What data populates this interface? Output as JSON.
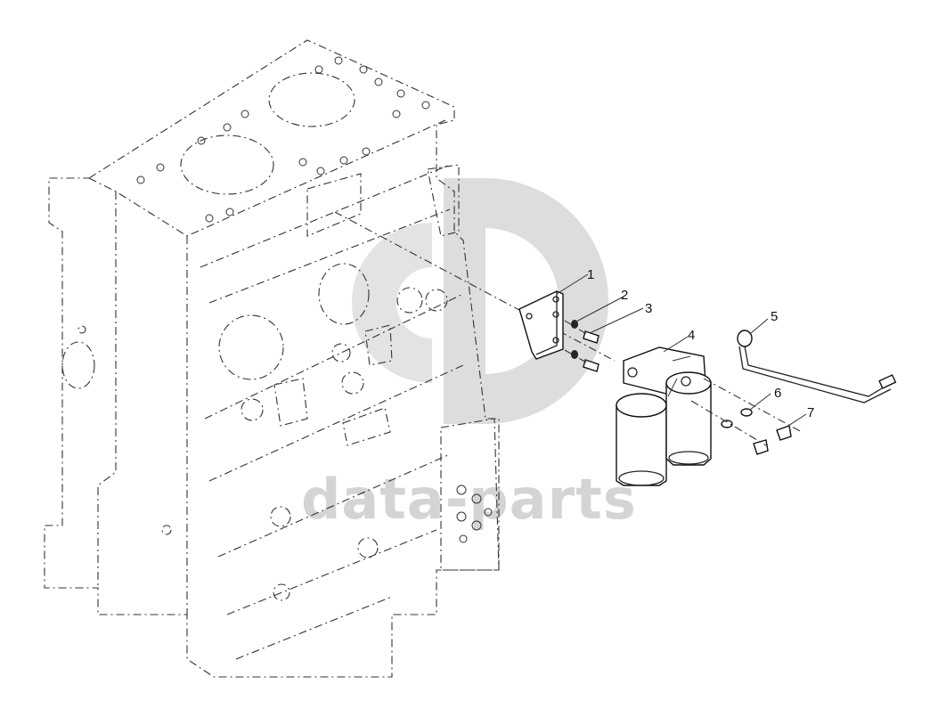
{
  "watermark": {
    "text": "data-parts",
    "color": "#d6d6d6"
  },
  "callouts": [
    {
      "id": "1",
      "label": "1"
    },
    {
      "id": "2",
      "label": "2"
    },
    {
      "id": "3",
      "label": "3"
    },
    {
      "id": "4",
      "label": "4"
    },
    {
      "id": "5",
      "label": "5"
    },
    {
      "id": "6",
      "label": "6"
    },
    {
      "id": "7",
      "label": "7"
    }
  ],
  "parts": {
    "engine_block": "engine-block",
    "bracket": "mounting-bracket",
    "filter_assembly": "fuel-filter-assembly",
    "fuel_pipe": "fuel-pipe"
  },
  "colors": {
    "line": "#222222",
    "watermark": "#d4d4d4"
  }
}
